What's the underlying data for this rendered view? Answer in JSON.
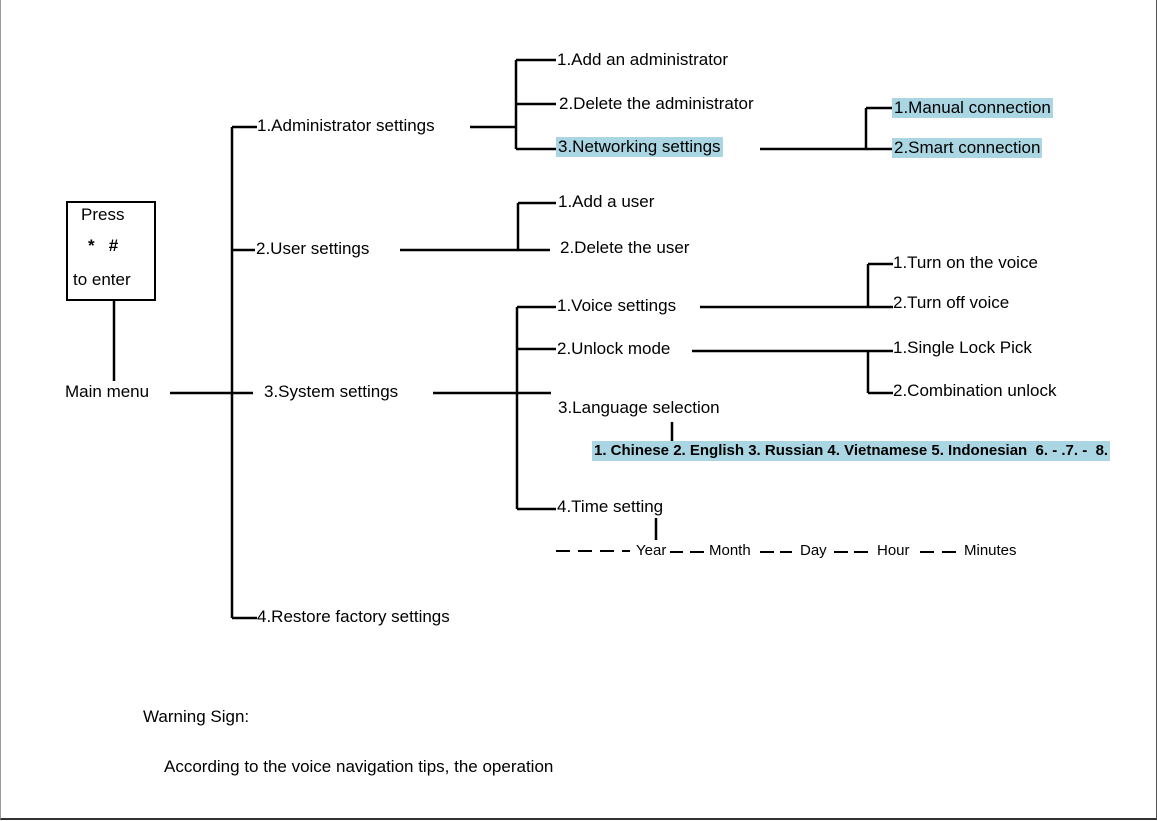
{
  "press_box": {
    "line1": "Press",
    "keys": "*   #",
    "line3": "to enter"
  },
  "main_menu": "Main menu",
  "level1": {
    "admin": "1.Administrator settings",
    "user": "2.User settings",
    "system": "3.System settings",
    "restore": "4.Restore factory settings"
  },
  "admin_children": {
    "add": "1.Add an administrator",
    "delete": "2.Delete the administrator",
    "network": "3.Networking settings"
  },
  "network_children": {
    "manual": "1.Manual connection",
    "smart": "2.Smart connection"
  },
  "user_children": {
    "add": "1.Add a user",
    "delete": "2.Delete the user"
  },
  "system_children": {
    "voice": "1.Voice settings",
    "unlock": "2.Unlock mode",
    "language": "3.Language selection",
    "time": "4.Time setting"
  },
  "voice_children": {
    "on": "1.Turn on the voice",
    "off": "2.Turn off voice"
  },
  "unlock_children": {
    "single": "1.Single Lock Pick",
    "combo": "2.Combination unlock"
  },
  "languages": "1. Chinese 2. English 3. Russian 4. Vietnamese 5. Indonesian  6. - .7. -  8.",
  "time_fields": {
    "year": "Year",
    "month": "Month",
    "day": "Day",
    "hour": "Hour",
    "minutes": "Minutes"
  },
  "warning": {
    "title": "Warning Sign:",
    "text": "According to the voice navigation tips, the operation"
  },
  "colors": {
    "highlight": "#a9d6e2"
  }
}
